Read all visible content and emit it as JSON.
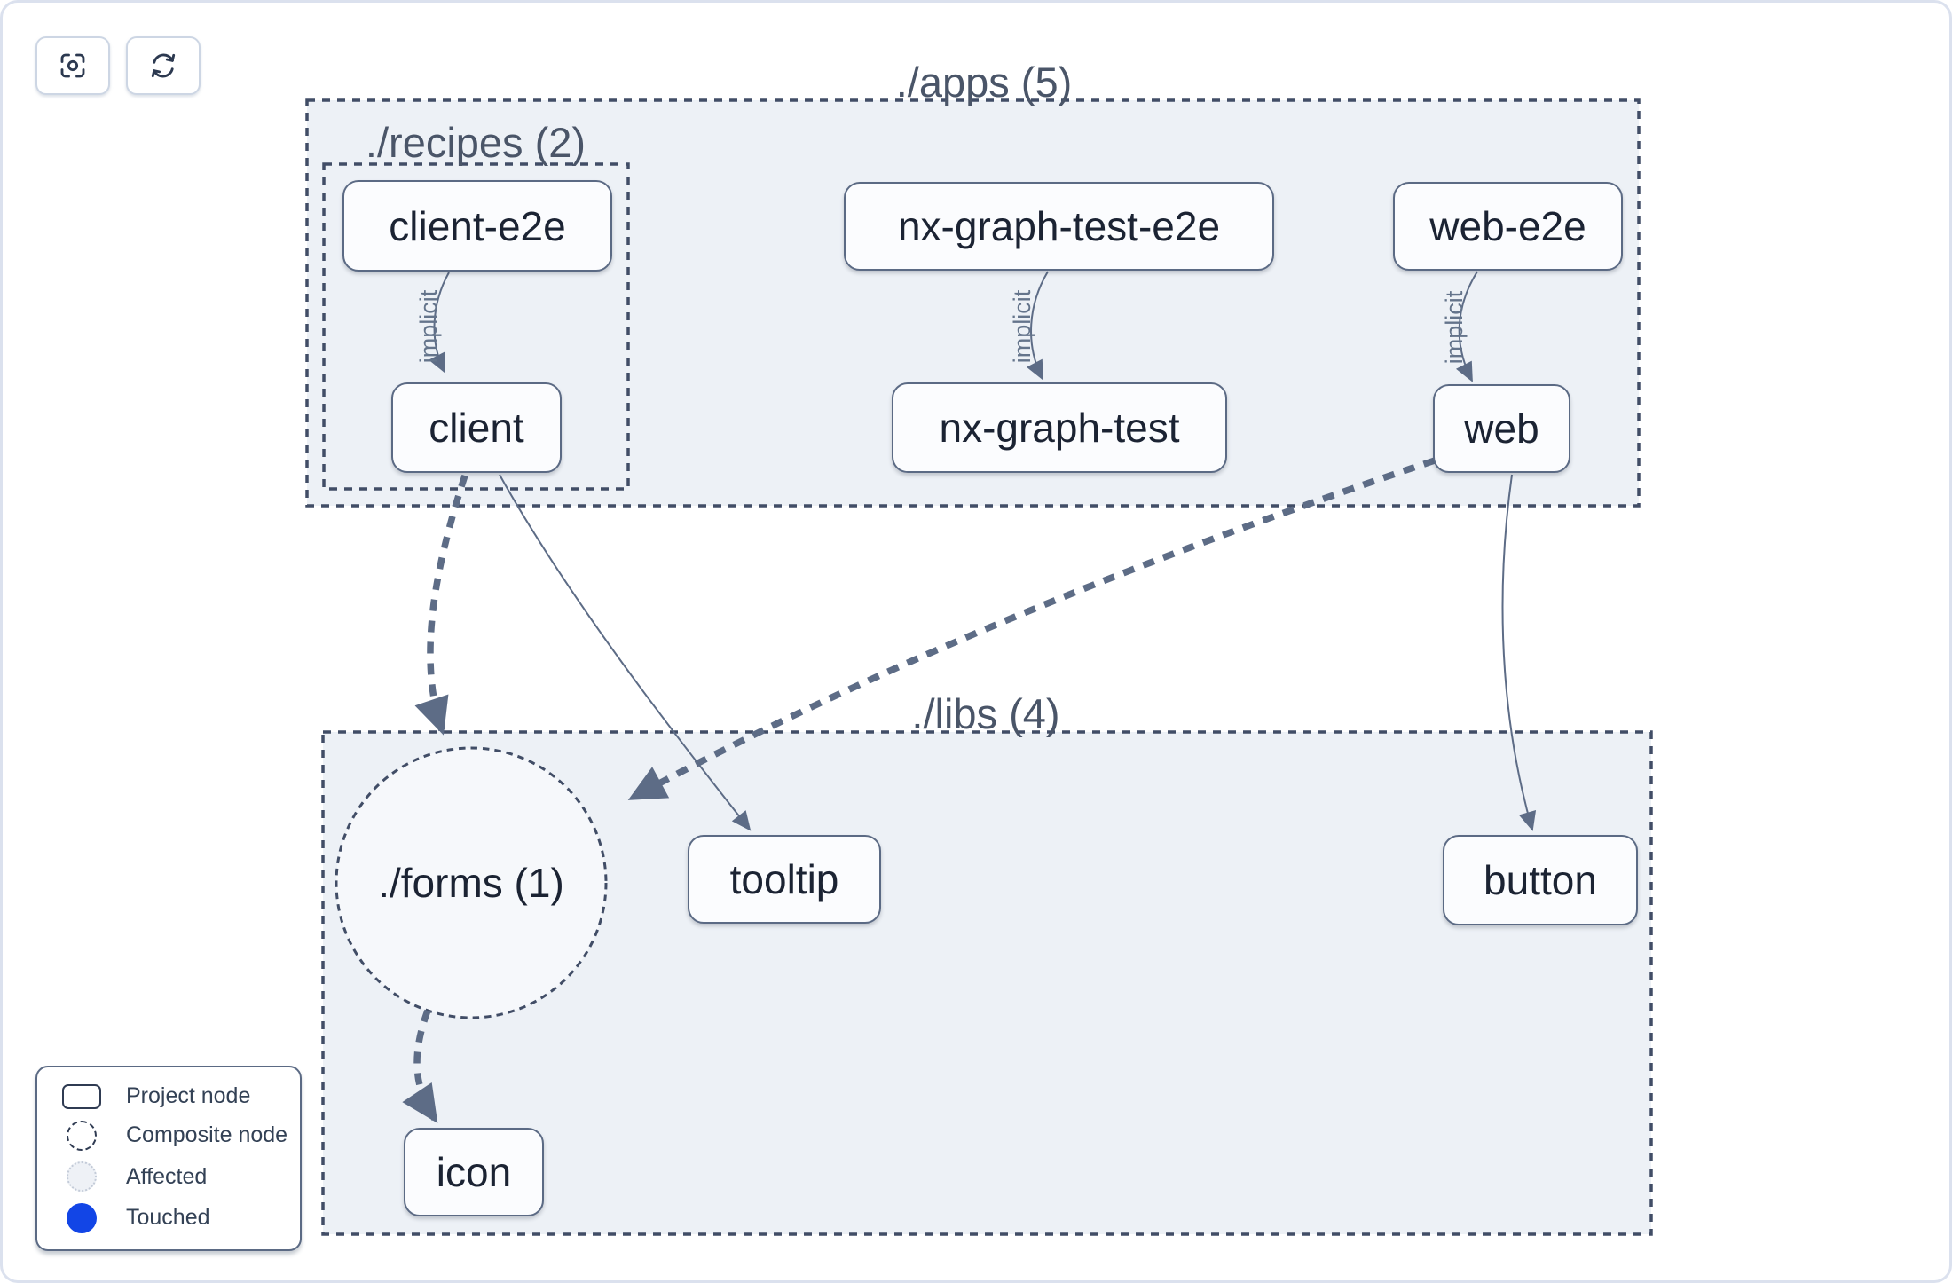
{
  "toolbar": {
    "buttons": [
      {
        "icon": "focus-icon"
      },
      {
        "icon": "refresh-icon"
      }
    ]
  },
  "graph": {
    "clusters": {
      "apps": {
        "label": "./apps (5)",
        "count": 5
      },
      "recipes": {
        "label": "./recipes (2)",
        "count": 2
      },
      "libs": {
        "label": "./libs (4)",
        "count": 4
      },
      "forms": {
        "label": "./forms (1)",
        "count": 1,
        "type": "composite"
      }
    },
    "nodes": {
      "client_e2e": {
        "label": "client-e2e"
      },
      "nx_graph_test_e2e": {
        "label": "nx-graph-test-e2e"
      },
      "web_e2e": {
        "label": "web-e2e"
      },
      "client": {
        "label": "client"
      },
      "nx_graph_test": {
        "label": "nx-graph-test"
      },
      "web": {
        "label": "web"
      },
      "tooltip": {
        "label": "tooltip"
      },
      "button": {
        "label": "button"
      },
      "icon": {
        "label": "icon"
      }
    },
    "edges": [
      {
        "from": "client-e2e",
        "to": "client",
        "label": "implicit",
        "style": "solid"
      },
      {
        "from": "nx-graph-test-e2e",
        "to": "nx-graph-test",
        "label": "implicit",
        "style": "solid"
      },
      {
        "from": "web-e2e",
        "to": "web",
        "label": "implicit",
        "style": "solid"
      },
      {
        "from": "client",
        "to": "./forms",
        "style": "thick-dashed"
      },
      {
        "from": "client",
        "to": "tooltip",
        "style": "solid"
      },
      {
        "from": "web",
        "to": "./forms",
        "style": "thick-dashed"
      },
      {
        "from": "web",
        "to": "button",
        "style": "solid"
      },
      {
        "from": "./forms",
        "to": "icon",
        "style": "thick-dashed"
      }
    ]
  },
  "legend": {
    "items": [
      {
        "swatch": "project-node-swatch",
        "label": "Project node"
      },
      {
        "swatch": "composite-node-swatch",
        "label": "Composite node"
      },
      {
        "swatch": "affected-swatch",
        "label": "Affected"
      },
      {
        "swatch": "touched-swatch",
        "label": "Touched"
      }
    ]
  },
  "colors": {
    "touched_blue": "#1245e6",
    "cluster_fill": "#edf1f6",
    "composite_fill": "#f6f8fb",
    "node_fill": "#fbfcfe",
    "node_border": "#5b6a84",
    "edge": "#5d6c86",
    "cluster_border": "#414d66",
    "node_text": "#1b2333",
    "cluster_label_text": "#4a5568"
  }
}
